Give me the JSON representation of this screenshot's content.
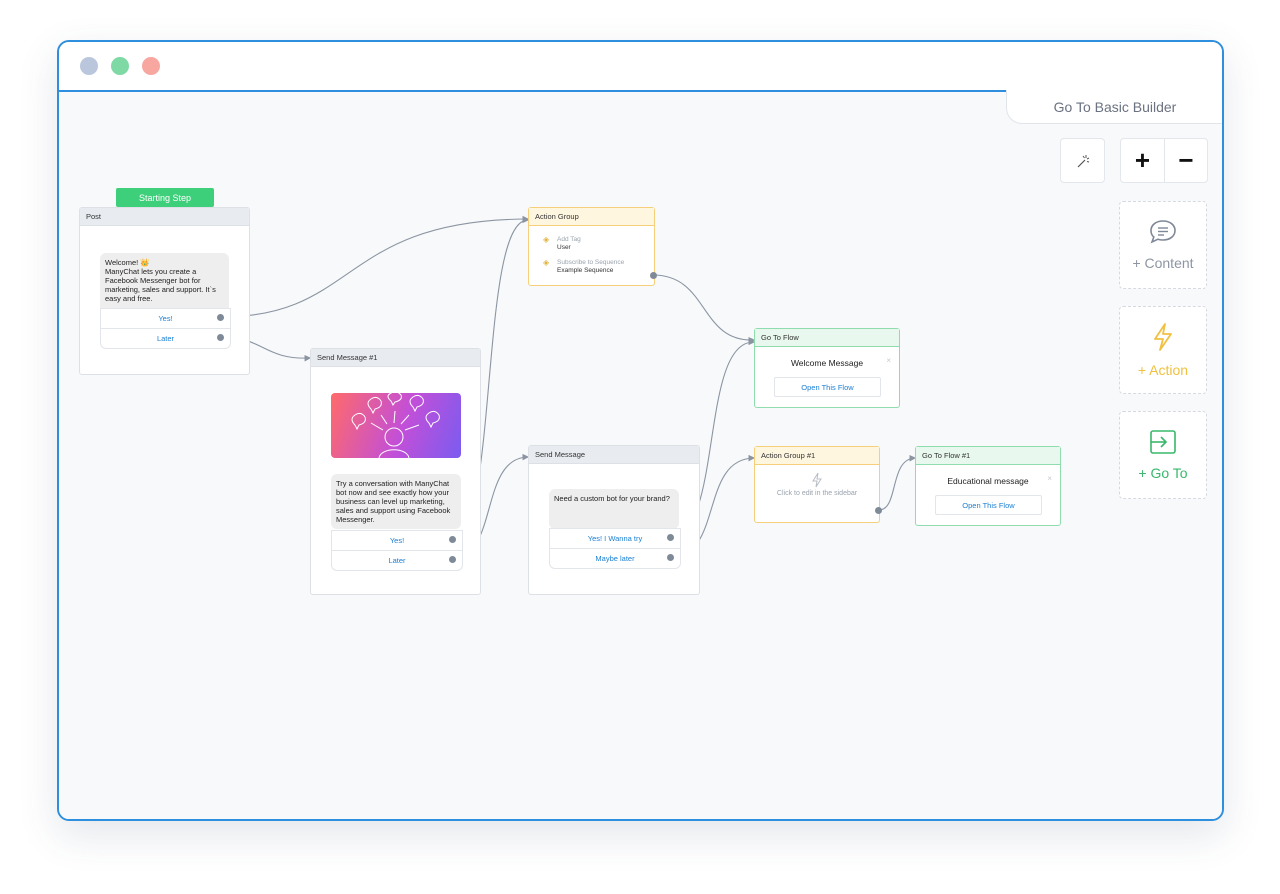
{
  "window": {
    "dots": [
      "#b9c6dc",
      "#7fd9a5",
      "#f7a7a0"
    ]
  },
  "header": {
    "basic_builder_label": "Go To Basic Builder"
  },
  "toolbar": {
    "zoom_in_label": "+",
    "zoom_out_label": "−"
  },
  "sidebar": {
    "content_label": "+ Content",
    "action_label": "+ Action",
    "goto_label": "+ Go To",
    "colors": {
      "content": "#8d96a2",
      "action": "#f0c040",
      "goto": "#39b86b"
    }
  },
  "nodes": {
    "post": {
      "badge": "Starting Step",
      "title": "Post",
      "text": "Welcome! 👑\nManyChat lets you create a Facebook Messenger bot for marketing, sales and support. It`s easy and free.",
      "buttons": [
        "Yes!",
        "Later"
      ]
    },
    "send_message_1": {
      "title": "Send Message #1",
      "text": "Try a conversation with ManyChat bot now and see exactly how your business can level up marketing, sales and support using Facebook Messenger.",
      "buttons": [
        "Yes!",
        "Later"
      ]
    },
    "action_group": {
      "title": "Action Group",
      "items": [
        {
          "label": "Add Tag",
          "value": "User"
        },
        {
          "label": "Subscribe to Sequence",
          "value": "Example Sequence"
        }
      ]
    },
    "send_message": {
      "title": "Send Message",
      "text": "Need a custom bot for your brand?",
      "buttons": [
        "Yes! I Wanna try",
        "Maybe later"
      ]
    },
    "go_to_flow": {
      "title": "Go To Flow",
      "flow_name": "Welcome Message",
      "button": "Open This Flow",
      "close": "×"
    },
    "action_group_1": {
      "title": "Action Group #1",
      "hint": "Click to edit in the sidebar"
    },
    "go_to_flow_1": {
      "title": "Go To Flow #1",
      "flow_name": "Educational message",
      "button": "Open This Flow",
      "close": "×"
    }
  },
  "colors": {
    "accent": "#2d8fdd",
    "starting_badge": "#3ecf7a",
    "action_header": "#fff6e0",
    "action_border": "#f5cf7a",
    "goto_header": "#e8f8ee",
    "goto_border": "#8fdcae",
    "message_header": "#e8ebf0",
    "connector": "#8b95a2",
    "button_text": "#1a7fd4"
  }
}
